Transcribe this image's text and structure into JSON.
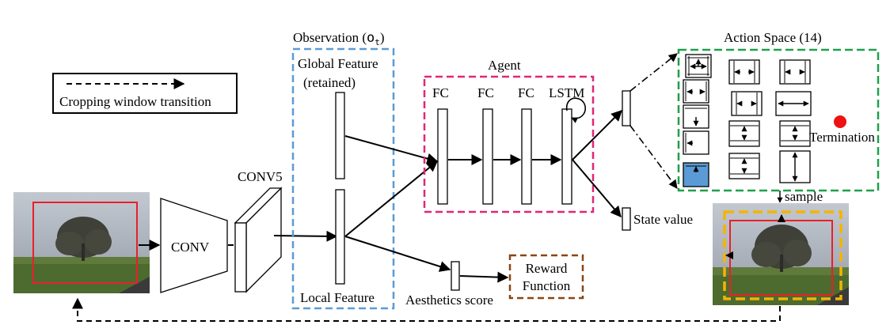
{
  "legend": {
    "text": "Cropping window transition"
  },
  "labels": {
    "conv": "CONV",
    "conv5": "CONV5",
    "observation_title": "Observation (",
    "observation_sub": "o",
    "observation_subscript": "t",
    "observation_close": ")",
    "global_feature": "Global Feature",
    "retained": "(retained)",
    "local_feature": "Local Feature",
    "agent": "Agent",
    "fc1": "FC",
    "fc2": "FC",
    "fc3": "FC",
    "lstm": "LSTM",
    "action_space": "Action Space (14)",
    "termination": "Termination",
    "sample": "sample",
    "state_value": "State value",
    "aesthetics_score": "Aesthetics score",
    "reward_line1": "Reward",
    "reward_line2": "Function"
  },
  "colors": {
    "observation_border": "#5b9bd5",
    "agent_border": "#e0267a",
    "action_border": "#1fa04a",
    "reward_border": "#8b4513",
    "crop_window": "#e8202a",
    "crop_window_new": "#f5b400",
    "termination_dot": "#ee1111",
    "selected_action": "#5b9bd5"
  }
}
